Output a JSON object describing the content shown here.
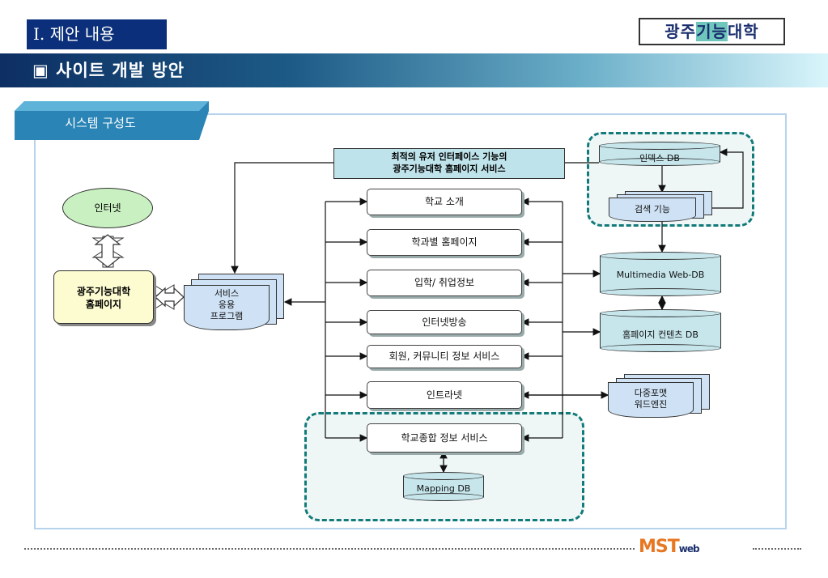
{
  "header": {
    "section_label": "I. 제안 내용",
    "title": "▣ 사이트 개발 방안",
    "logo_text_a": "광주",
    "logo_text_b": "기능",
    "logo_text_c": "대학"
  },
  "subtab": {
    "label": "시스템 구성도"
  },
  "diagram": {
    "banner": {
      "line1": "최적의 유저 인터페이스 기능의",
      "line2": "광주기능대학 홈페이지 서비스"
    },
    "internet": "인터넷",
    "homepage": {
      "line1": "광주기능대학",
      "line2": "홈페이지"
    },
    "service_app": {
      "line1": "서비스",
      "line2": "응용",
      "line3": "프로그램"
    },
    "services": [
      "학교 소개",
      "학과별 홈페이지",
      "입학/ 취업정보",
      "인터넷방송",
      "회원, 커뮤니티 정보 서비스",
      "인트라넷",
      "학교종합 정보 서비스"
    ],
    "index_db": "인덱스 DB",
    "search": "검색 기능",
    "multimedia_db": "Multimedia Web-DB",
    "contents_db": "홈페이지 컨텐츠 DB",
    "editor": {
      "line1": "다중포맷",
      "line2": "워드엔진"
    },
    "mapping_db": "Mapping DB"
  },
  "footer": {
    "logo_main": "MST",
    "logo_sub": "web"
  },
  "colors": {
    "navy": "#0b2f7a",
    "teal": "#137a7a",
    "cyan_fill": "#c6e6ec",
    "banner_fill": "#bfe3ea",
    "green_node": "#c8f0c0",
    "yellow_node": "#fdfbd0"
  }
}
